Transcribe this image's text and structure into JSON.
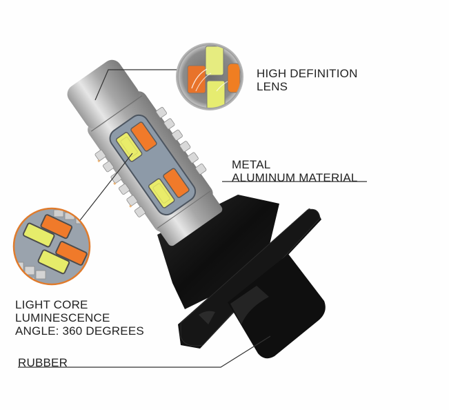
{
  "diagram": {
    "subject": "LED turn signal bulb",
    "colors": {
      "background": "#fefefe",
      "text": "#222222",
      "leader_line": "#333333",
      "led_amber": "#f07a2a",
      "led_white_yellow": "#e9ec6a",
      "aluminum": "#b9b9b9",
      "rubber": "#141414",
      "pcb": "#8d9aa8",
      "zoom_ring_orange": "#e07b2c"
    },
    "callouts": [
      {
        "id": "lens",
        "lines": [
          "HIGH DEFINITION",
          "LENS"
        ],
        "target": "top-lens-zoom-circle"
      },
      {
        "id": "metal",
        "lines": [
          "METAL",
          "ALUMINUM MATERIAL"
        ],
        "target": "aluminum-body"
      },
      {
        "id": "core",
        "lines": [
          "LIGHT CORE",
          "LUMINESCENCE",
          "ANGLE: 360 DEGREES"
        ],
        "target": "led-chip-zoom-circle"
      },
      {
        "id": "rubber",
        "lines": [
          "RUBBER"
        ],
        "target": "rubber-base"
      }
    ]
  }
}
